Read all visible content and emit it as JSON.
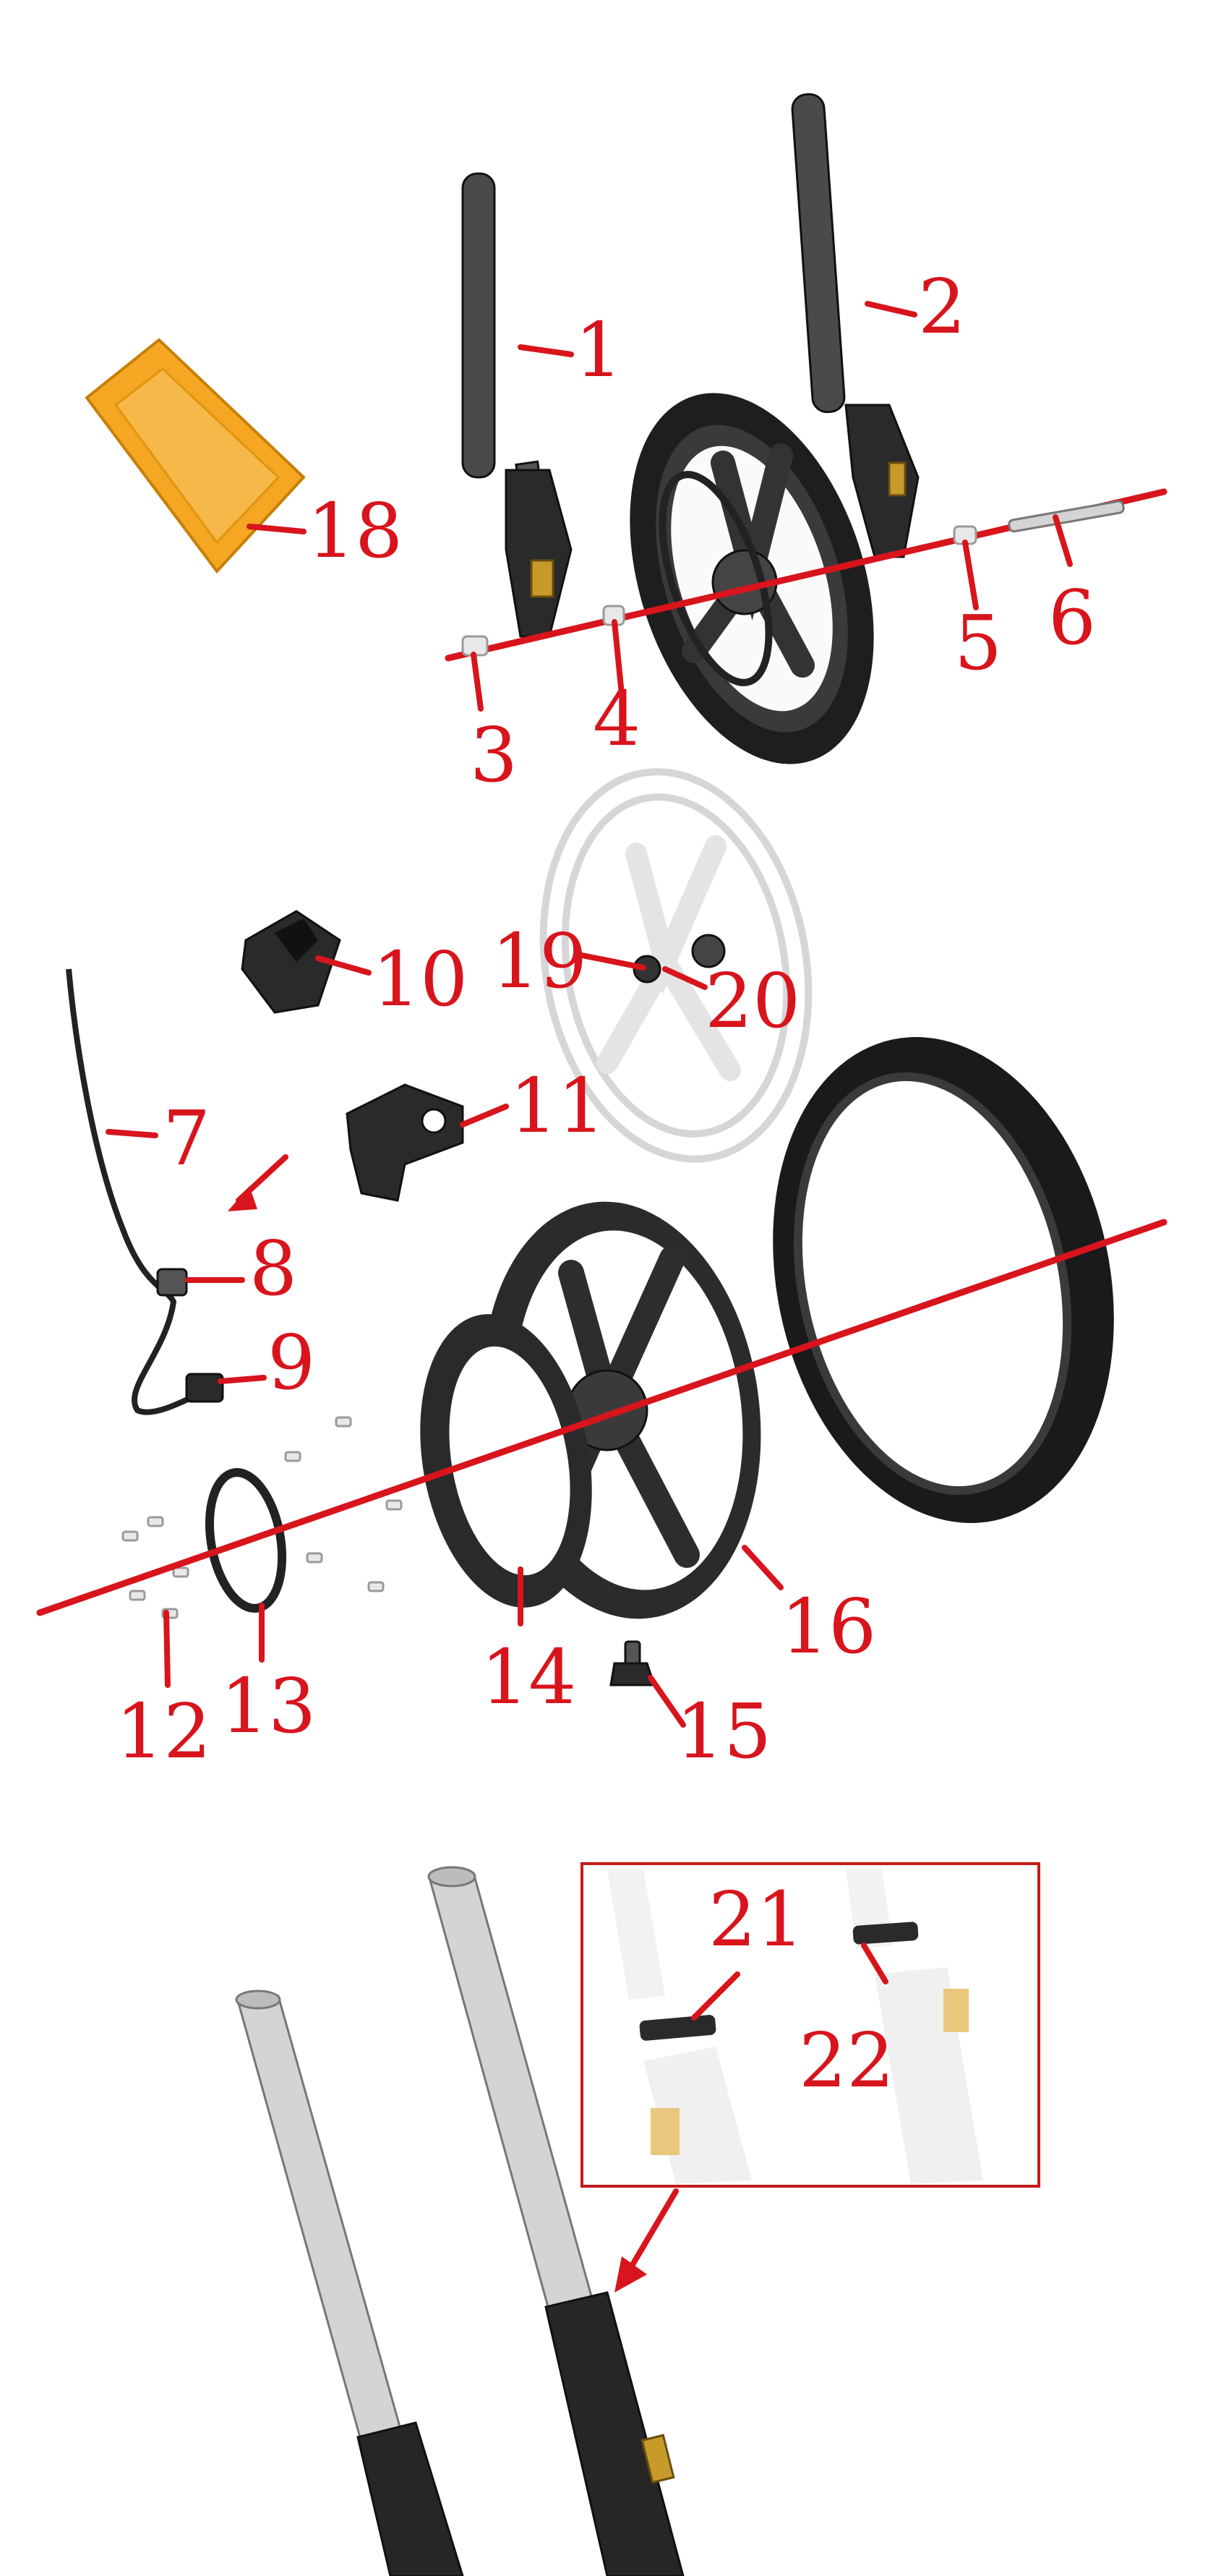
{
  "callouts": {
    "c1": "1",
    "c2": "2",
    "c3": "3",
    "c4": "4",
    "c5": "5",
    "c6": "6",
    "c7": "7",
    "c8": "8",
    "c9": "9",
    "c10": "10",
    "c11": "11",
    "c12": "12",
    "c13": "13",
    "c14": "14",
    "c15": "15",
    "c16": "16",
    "c18": "18",
    "c19": "19",
    "c20": "20",
    "c21": "21",
    "c22": "22"
  },
  "colors": {
    "callout_red": "#d8141c",
    "reflector_amber": "#f5a623",
    "part_dark": "#2a2a2a",
    "chrome": "#d4d4d4"
  }
}
